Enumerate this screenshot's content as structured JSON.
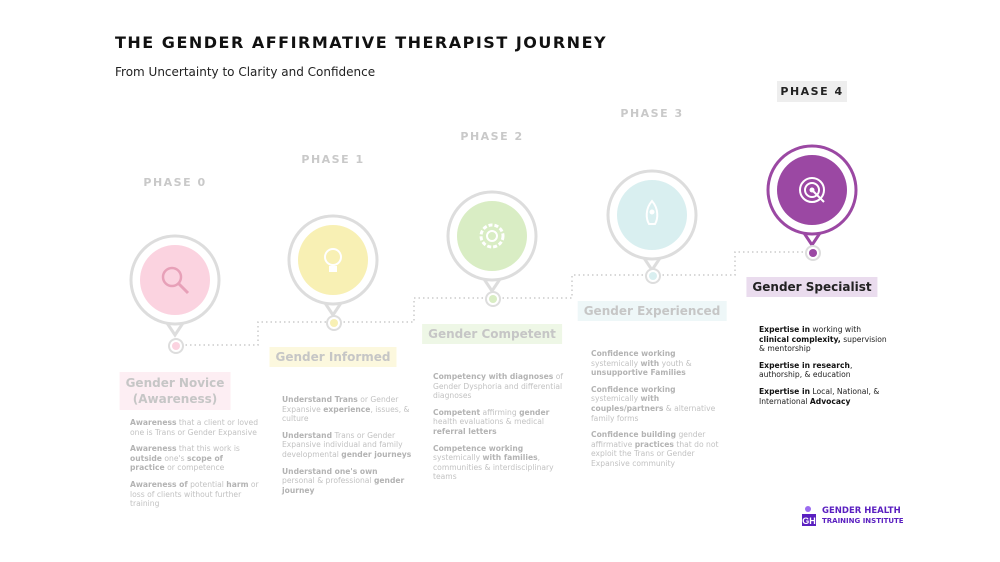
{
  "header": {
    "title": "THE GENDER AFFIRMATIVE THERAPIST JOURNEY",
    "subtitle": "From Uncertainty to Clarity and Confidence"
  },
  "phases": [
    {
      "label": "PHASE 0",
      "stage": "Gender Novice\n(Awareness)",
      "icon": "magnifier-icon",
      "color": "#fbd3e0",
      "stage_bg": "#fdeef3",
      "items": [
        [
          {
            "t": "Awareness",
            "b": true
          },
          {
            "t": " that a client or loved one is Trans or Gender Expansive"
          }
        ],
        [
          {
            "t": "Awareness",
            "b": true
          },
          {
            "t": " that this work is "
          },
          {
            "t": "outside",
            "b": true
          },
          {
            "t": " one's "
          },
          {
            "t": "scope of practice",
            "b": true
          },
          {
            "t": " or competence"
          }
        ],
        [
          {
            "t": "Awareness of",
            "b": true
          },
          {
            "t": " potential "
          },
          {
            "t": "harm",
            "b": true
          },
          {
            "t": " or loss of clients without further training"
          }
        ]
      ]
    },
    {
      "label": "PHASE 1",
      "stage": "Gender Informed",
      "icon": "lightbulb-icon",
      "color": "#f8f0b4",
      "stage_bg": "#fcf8de",
      "items": [
        [
          {
            "t": "Understand Trans",
            "b": true
          },
          {
            "t": " or Gender Expansive "
          },
          {
            "t": "experience",
            "b": true
          },
          {
            "t": ", issues, & culture"
          }
        ],
        [
          {
            "t": "Understand",
            "b": true
          },
          {
            "t": " Trans or Gender Expansive individual and family developmental "
          },
          {
            "t": "gender journeys",
            "b": true
          }
        ],
        [
          {
            "t": "Understand one's own",
            "b": true
          },
          {
            "t": " personal & professional "
          },
          {
            "t": "gender journey",
            "b": true
          }
        ]
      ]
    },
    {
      "label": "PHASE 2",
      "stage": "Gender Competent",
      "icon": "gear-icon",
      "color": "#d9edc4",
      "stage_bg": "#eef7e6",
      "items": [
        [
          {
            "t": "Competency with diagnoses",
            "b": true
          },
          {
            "t": " of Gender Dysphoria and differential diagnoses"
          }
        ],
        [
          {
            "t": "Competent",
            "b": true
          },
          {
            "t": " affirming "
          },
          {
            "t": "gender",
            "b": true
          },
          {
            "t": " health evaluations & medical "
          },
          {
            "t": "referral letters",
            "b": true
          }
        ],
        [
          {
            "t": "Competence working",
            "b": true
          },
          {
            "t": " systemically "
          },
          {
            "t": "with families",
            "b": true
          },
          {
            "t": ", communities & interdisciplinary teams"
          }
        ]
      ]
    },
    {
      "label": "PHASE 3",
      "stage": "Gender Experienced",
      "icon": "rocket-icon",
      "color": "#d9eff0",
      "stage_bg": "#eef7f8",
      "items": [
        [
          {
            "t": "Confidence working",
            "b": true
          },
          {
            "t": " systemically "
          },
          {
            "t": "with",
            "b": true
          },
          {
            "t": " youth & "
          },
          {
            "t": "unsupportive Families",
            "b": true
          }
        ],
        [
          {
            "t": "Confidence working",
            "b": true
          },
          {
            "t": " systemically "
          },
          {
            "t": "with couples/partners",
            "b": true
          },
          {
            "t": " & alternative family forms"
          }
        ],
        [
          {
            "t": "Confidence building",
            "b": true
          },
          {
            "t": " gender affirmative "
          },
          {
            "t": "practices",
            "b": true
          },
          {
            "t": " that do not exploit the Trans or Gender Expansive community"
          }
        ]
      ]
    },
    {
      "label": "PHASE 4",
      "stage": "Gender Specialist",
      "icon": "target-icon",
      "color": "#9b48a3",
      "stage_bg": "#eadcee",
      "items": [
        [
          {
            "t": "Expertise in",
            "b": true
          },
          {
            "t": " working with "
          },
          {
            "t": "clinical complexity,",
            "b": true
          },
          {
            "t": " supervision & mentorship"
          }
        ],
        [
          {
            "t": "Expertise in research",
            "b": true
          },
          {
            "t": ", authorship, & education"
          }
        ],
        [
          {
            "t": "Expertise in",
            "b": true
          },
          {
            "t": " Local, National, & International "
          },
          {
            "t": "Advocacy",
            "b": true
          }
        ]
      ]
    }
  ],
  "logo": {
    "line1": "GENDER HEALTH",
    "line2": "TRAINING INSTITUTE"
  }
}
